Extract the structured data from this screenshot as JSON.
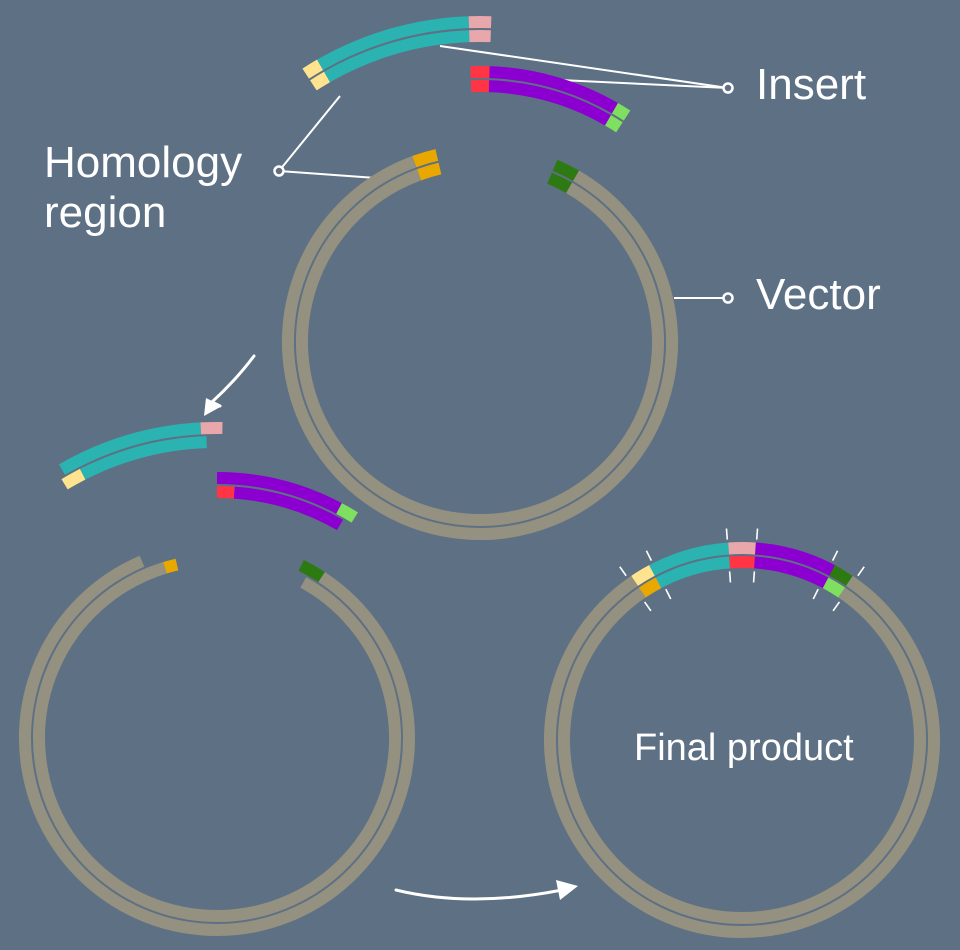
{
  "colors": {
    "background": "#5e7084",
    "vector": "#959180",
    "insert1": "#2ab3b1",
    "insert2": "#8b00d0",
    "vector_left_homology": "#e8a800",
    "insert1_left_homology": "#ffe38f",
    "vector_right_homology": "#2e7a12",
    "insert2_right_homology": "#7fe060",
    "insert1_right_overlap": "#e8a8ab",
    "insert2_left_overlap": "#ff3545",
    "leader": "#ffffff",
    "arrow": "#ffffff"
  },
  "labels": {
    "insert": "Insert",
    "homology_line1": "Homology",
    "homology_line2": "region",
    "vector": "Vector",
    "final_product": "Final product"
  }
}
